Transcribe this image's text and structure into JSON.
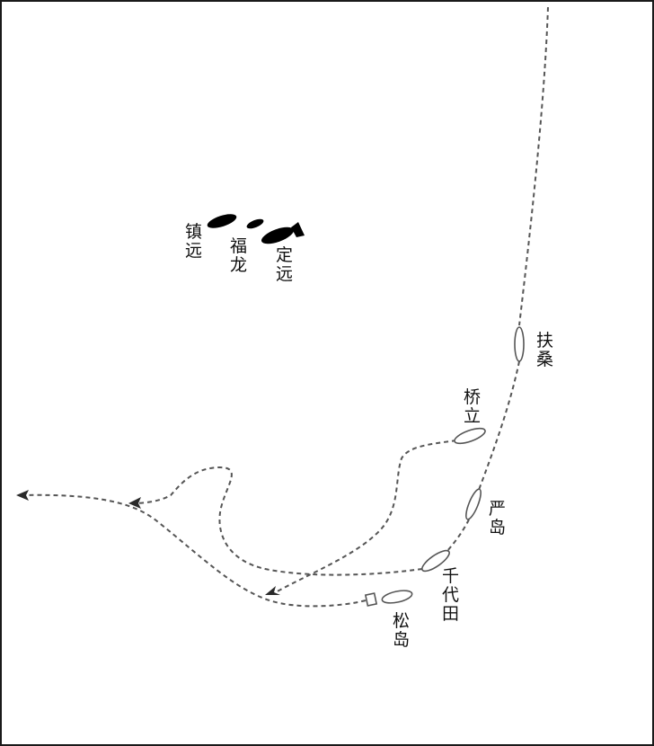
{
  "labels": {
    "zhenyuan": [
      "镇",
      "远"
    ],
    "fulong": [
      "福",
      "龙"
    ],
    "dingyuan": [
      "定",
      "远"
    ],
    "fusang": [
      "扶",
      "桑"
    ],
    "qiaoli": [
      "桥",
      "立"
    ],
    "yandao": [
      "严",
      "岛"
    ],
    "qiandaitian": [
      "千",
      "代",
      "田"
    ],
    "songdao": [
      "松",
      "岛"
    ]
  },
  "colors": {
    "track": "#555555",
    "chinese_ships": "#000000",
    "japanese_ships_outline": "#555555",
    "frame": "#1a1a1a"
  }
}
